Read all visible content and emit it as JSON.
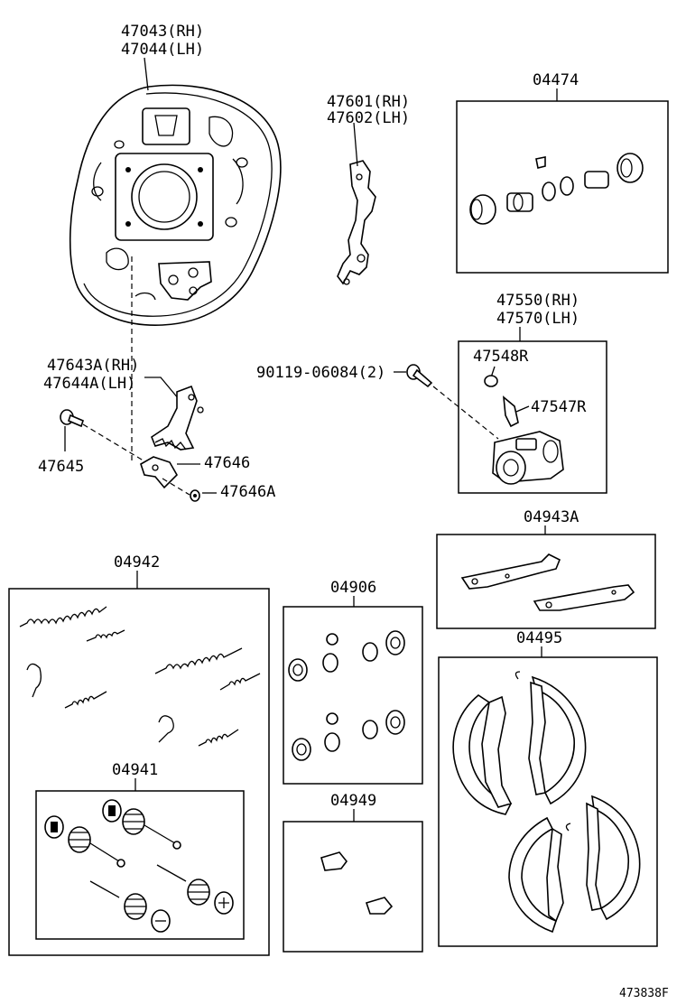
{
  "labels": {
    "backing_plate_rh": "47043(RH)",
    "backing_plate_lh": "47044(LH)",
    "lever_rh": "47601(RH)",
    "lever_lh": "47602(LH)",
    "kit_04474": "04474",
    "cyl_rh": "47550(RH)",
    "cyl_lh": "47570(LH)",
    "bolt": "90119-06084(2)",
    "cap": "47548R",
    "bleeder": "47547R",
    "adj_lever_rh": "47643A(RH)",
    "adj_lever_lh": "47644A(LH)",
    "pin": "47645",
    "adj_plate": "47646",
    "washer": "47646A",
    "kit_04943A": "04943A",
    "kit_04942": "04942",
    "kit_04906": "04906",
    "kit_04495": "04495",
    "kit_04941": "04941",
    "kit_04949": "04949",
    "figure_id": "473838F"
  }
}
